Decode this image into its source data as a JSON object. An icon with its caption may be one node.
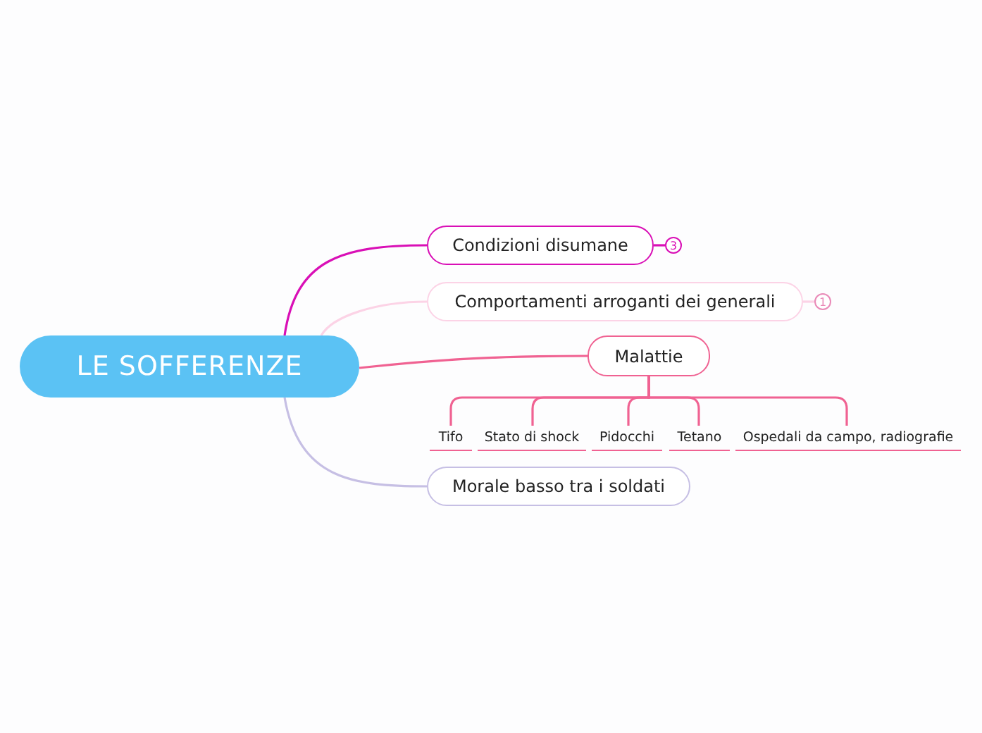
{
  "diagram": {
    "nodes": [
      {
        "text": [
          "LE SOFFERENZE"
        ]
      },
      {
        "text": [
          "Condizioni disumane"
        ]
      },
      {
        "text": [
          "Comportamenti arroganti dei generali"
        ]
      },
      {
        "text": [
          "Malattie"
        ]
      },
      {
        "text": [
          "Tifo"
        ]
      },
      {
        "text": [
          "Stato di shock"
        ]
      },
      {
        "text": [
          "Pidocchi"
        ]
      },
      {
        "text": [
          "Tetano"
        ]
      },
      {
        "text": [
          "Ospedali da campo, radiografie"
        ]
      },
      {
        "text": [
          "Morale basso tra i soldati"
        ]
      },
      {
        "text": [
          "3"
        ]
      },
      {
        "text": [
          "1"
        ]
      }
    ],
    "edges": [
      {
        "from": 0,
        "to": 1,
        "arrow": "none",
        "color": "#d90fb6"
      },
      {
        "from": 0,
        "to": 2,
        "arrow": "none",
        "color": "#fcd3e6"
      },
      {
        "from": 0,
        "to": 3,
        "arrow": "none"
      },
      {
        "from": 0,
        "to": 9,
        "arrow": "none",
        "color": "#c6bfe4"
      },
      {
        "from": 3,
        "to": 4,
        "arrow": "none"
      },
      {
        "from": 3,
        "to": 5,
        "arrow": "none"
      },
      {
        "from": 3,
        "to": 6,
        "arrow": "none"
      },
      {
        "from": 3,
        "to": 7,
        "arrow": "none"
      },
      {
        "from": 3,
        "to": 8,
        "arrow": "none"
      },
      {
        "from": 1,
        "to": 10,
        "arrow": "none",
        "color": "#d90fb6"
      },
      {
        "from": 2,
        "to": 11,
        "arrow": "none",
        "color": "#fcd3e6"
      }
    ]
  }
}
